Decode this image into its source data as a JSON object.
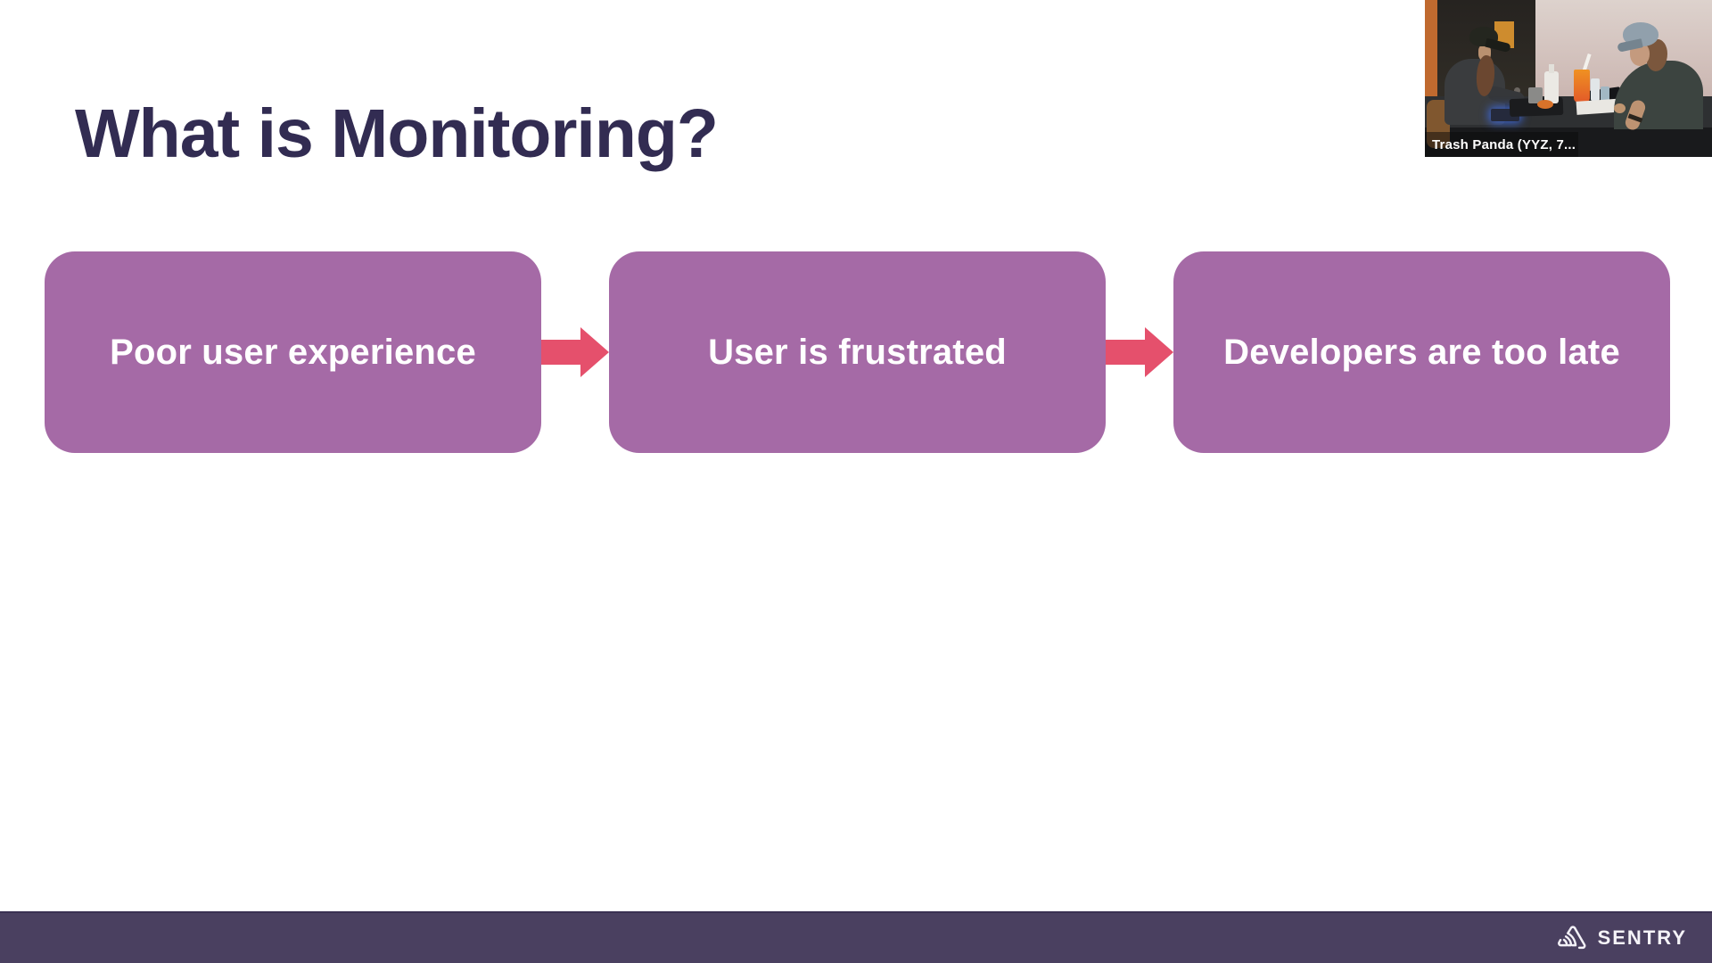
{
  "slide": {
    "title": "What is Monitoring?",
    "flow_boxes": [
      {
        "label": "Poor user experience"
      },
      {
        "label": "User is frustrated"
      },
      {
        "label": "Developers are too late"
      }
    ],
    "connector_icon": "right-arrow-icon"
  },
  "webcam": {
    "name_label": "Trash Panda (YYZ, 7..."
  },
  "footer": {
    "brand": "SENTRY",
    "logo_icon": "sentry-logo-icon"
  },
  "colors": {
    "title_text": "#322C52",
    "box_fill": "#A56AA6",
    "box_text": "#FFFFFF",
    "arrow": "#E5506C",
    "footer_bg": "#4A4060",
    "page_bg": "#FFFFFF"
  }
}
